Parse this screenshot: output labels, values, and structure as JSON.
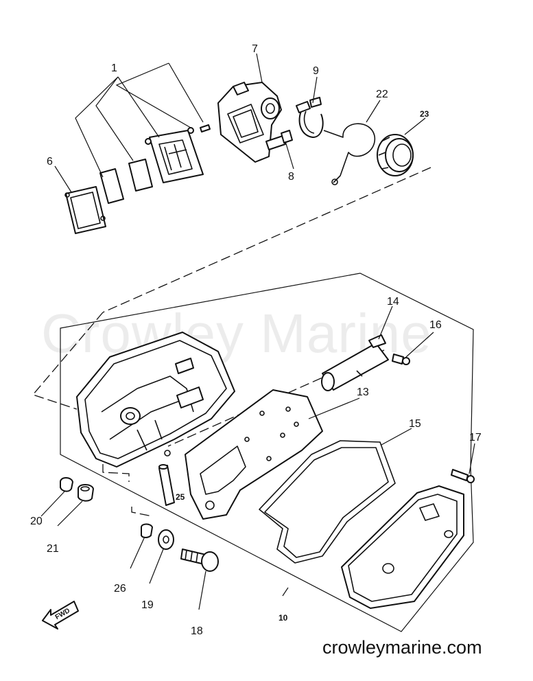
{
  "watermark": "Crowley Marine",
  "site": "crowleymarine.com",
  "fwd_arrow_text": "FWD",
  "labels": {
    "p1": "1",
    "p6": "6",
    "p7": "7",
    "p8": "8",
    "p9": "9",
    "p22": "22",
    "p23": "23",
    "p14": "14",
    "p16": "16",
    "p13": "13",
    "p15": "15",
    "p17": "17",
    "p25": "25",
    "p20": "20",
    "p21": "21",
    "p26": "26",
    "p19": "19",
    "p18": "18",
    "p10": "10"
  }
}
